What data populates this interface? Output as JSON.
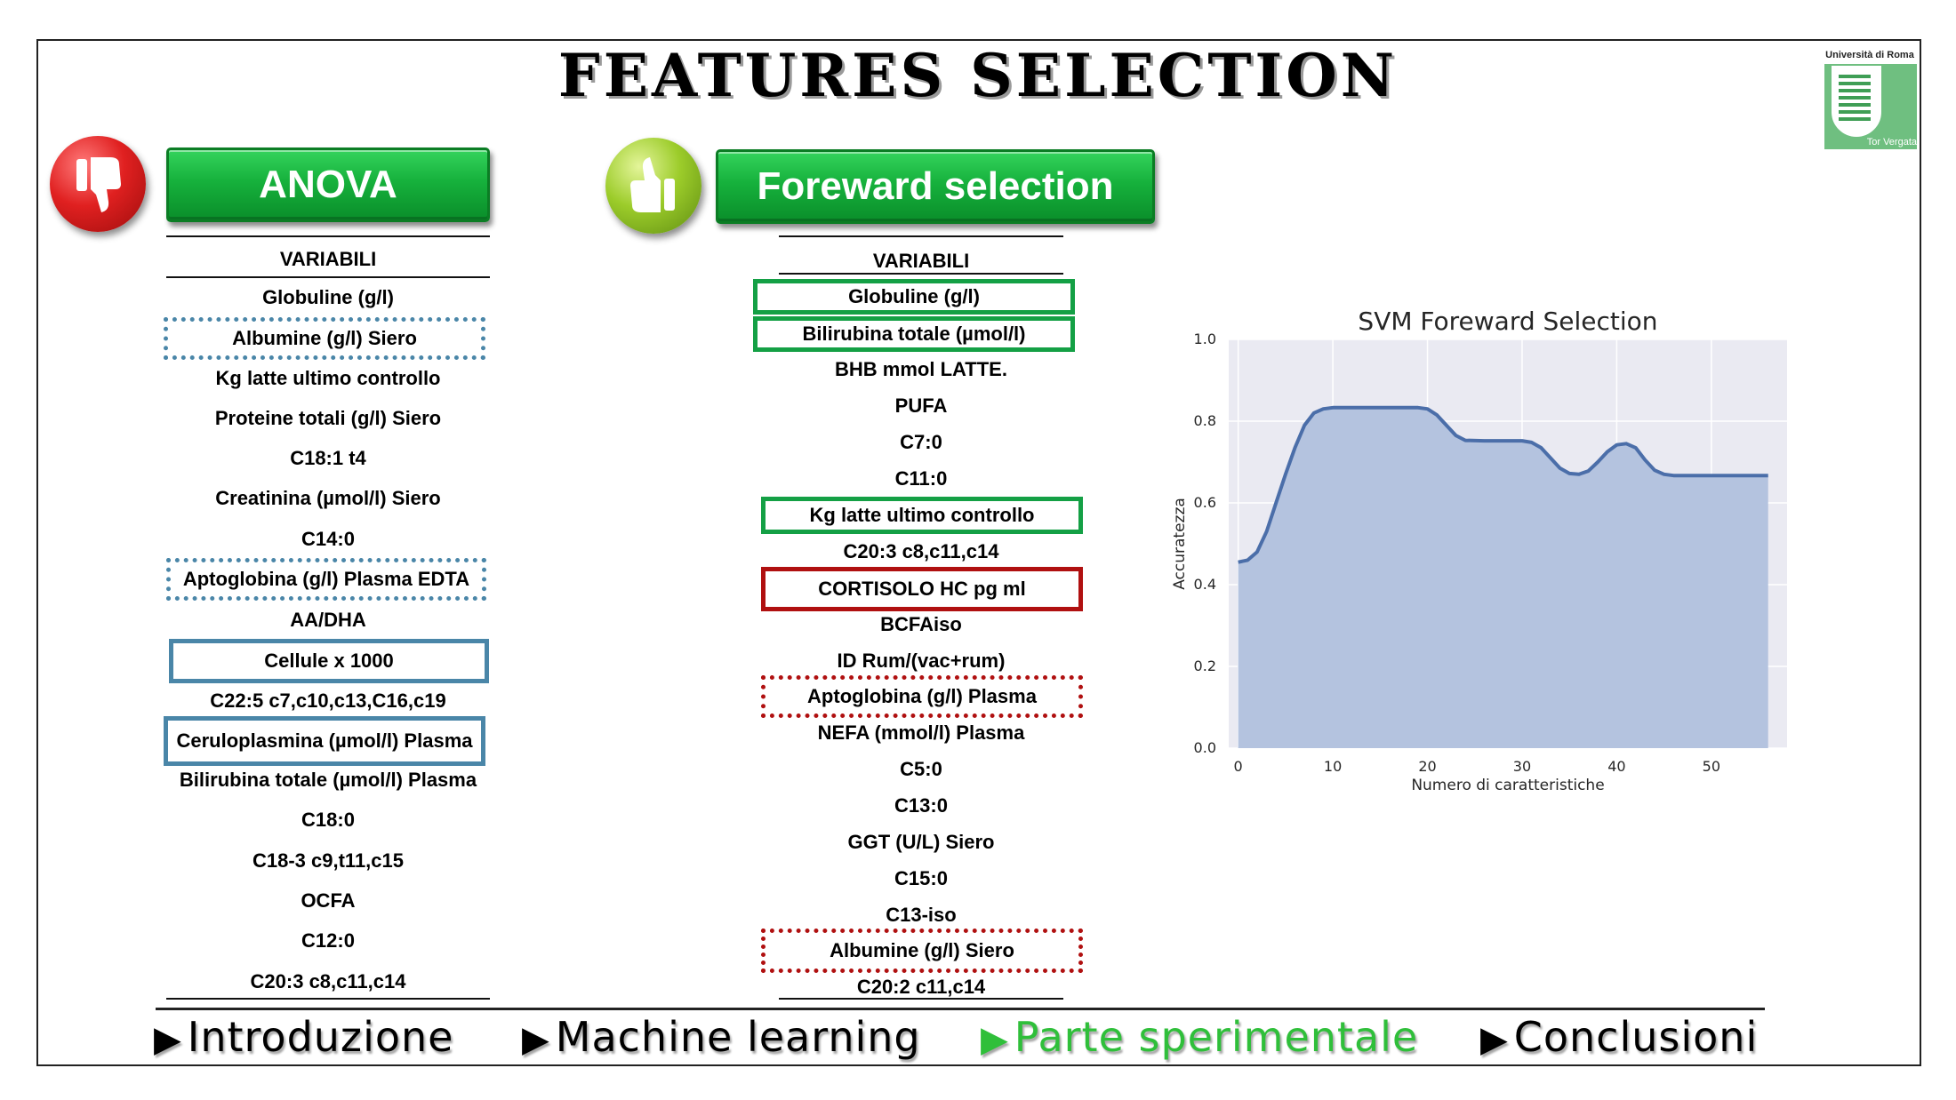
{
  "title": "FEATURES SELECTION",
  "logo": {
    "top_text": "Università di Roma",
    "bottom_text": "Tor Vergata"
  },
  "anova": {
    "label": "ANOVA",
    "header": "VARIABILI",
    "items": [
      "Globuline (g/l)",
      "Albumine (g/l) Siero",
      "Kg latte ultimo controllo",
      "Proteine totali (g/l) Siero",
      "C18:1 t4",
      "Creatinina (µmol/l) Siero",
      "C14:0",
      "Aptoglobina (g/l) Plasma EDTA",
      "AA/DHA",
      "Cellule x 1000",
      "C22:5 c7,c10,c13,C16,c19",
      "Ceruloplasmina (µmol/l) Plasma",
      "Bilirubina totale (µmol/l) Plasma",
      "C18:0",
      "C18-3 c9,t11,c15",
      "OCFA",
      "C12:0",
      "C20:3 c8,c11,c14"
    ]
  },
  "forward": {
    "label": "Foreward selection",
    "header": "VARIABILI",
    "items": [
      "Globuline (g/l)",
      "Bilirubina totale (µmol/l)",
      "BHB mmol LATTE.",
      "PUFA",
      "C7:0",
      "C11:0",
      "Kg latte ultimo controllo",
      "C20:3 c8,c11,c14",
      "CORTISOLO HC pg ml",
      "BCFAiso",
      "ID Rum/(vac+rum)",
      "Aptoglobina (g/l) Plasma",
      "NEFA (mmol/l) Plasma",
      "C5:0",
      "C13:0",
      "GGT (U/L) Siero",
      "C15:0",
      "C13-iso",
      "Albumine (g/l) Siero",
      "C20:2 c11,c14"
    ]
  },
  "chart_data": {
    "type": "area",
    "title": "SVM Foreward Selection",
    "xlabel": "Numero di caratteristiche",
    "ylabel": "Accuratezza",
    "xlim": [
      -1,
      58
    ],
    "ylim": [
      0,
      1.0
    ],
    "xticks": [
      "0",
      "10",
      "20",
      "30",
      "40",
      "50"
    ],
    "yticks": [
      "0.0",
      "0.2",
      "0.4",
      "0.6",
      "0.8",
      "1.0"
    ],
    "x": [
      0,
      1,
      2,
      3,
      4,
      5,
      6,
      7,
      8,
      9,
      10,
      12,
      14,
      16,
      18,
      19,
      20,
      21,
      22,
      23,
      24,
      26,
      28,
      29,
      30,
      31,
      32,
      33,
      34,
      35,
      36,
      37,
      38,
      39,
      40,
      41,
      42,
      43,
      44,
      45,
      46,
      48,
      50,
      52,
      54,
      56
    ],
    "y": [
      0.455,
      0.46,
      0.48,
      0.53,
      0.6,
      0.67,
      0.735,
      0.79,
      0.82,
      0.83,
      0.833,
      0.833,
      0.833,
      0.833,
      0.833,
      0.833,
      0.83,
      0.815,
      0.79,
      0.765,
      0.753,
      0.752,
      0.752,
      0.752,
      0.752,
      0.748,
      0.735,
      0.71,
      0.685,
      0.672,
      0.67,
      0.678,
      0.7,
      0.725,
      0.742,
      0.745,
      0.735,
      0.705,
      0.68,
      0.67,
      0.667,
      0.667,
      0.667,
      0.667,
      0.667,
      0.667
    ],
    "colors": {
      "fill": "#b4c3df",
      "line": "#4b6ea9",
      "background": "#eaeaf2",
      "grid": "#ffffff"
    },
    "grid": true
  },
  "nav": [
    {
      "label": "Introduzione",
      "color": "#000000"
    },
    {
      "label": "Machine learning",
      "color": "#000000"
    },
    {
      "label": "Parte sperimentale",
      "color": "#2fbf3a"
    },
    {
      "label": "Conclusioni",
      "color": "#000000"
    }
  ],
  "icons": {
    "dislike": "thumbs-down-icon",
    "like": "thumbs-up-icon",
    "nav_marker": "play-triangle-icon"
  }
}
